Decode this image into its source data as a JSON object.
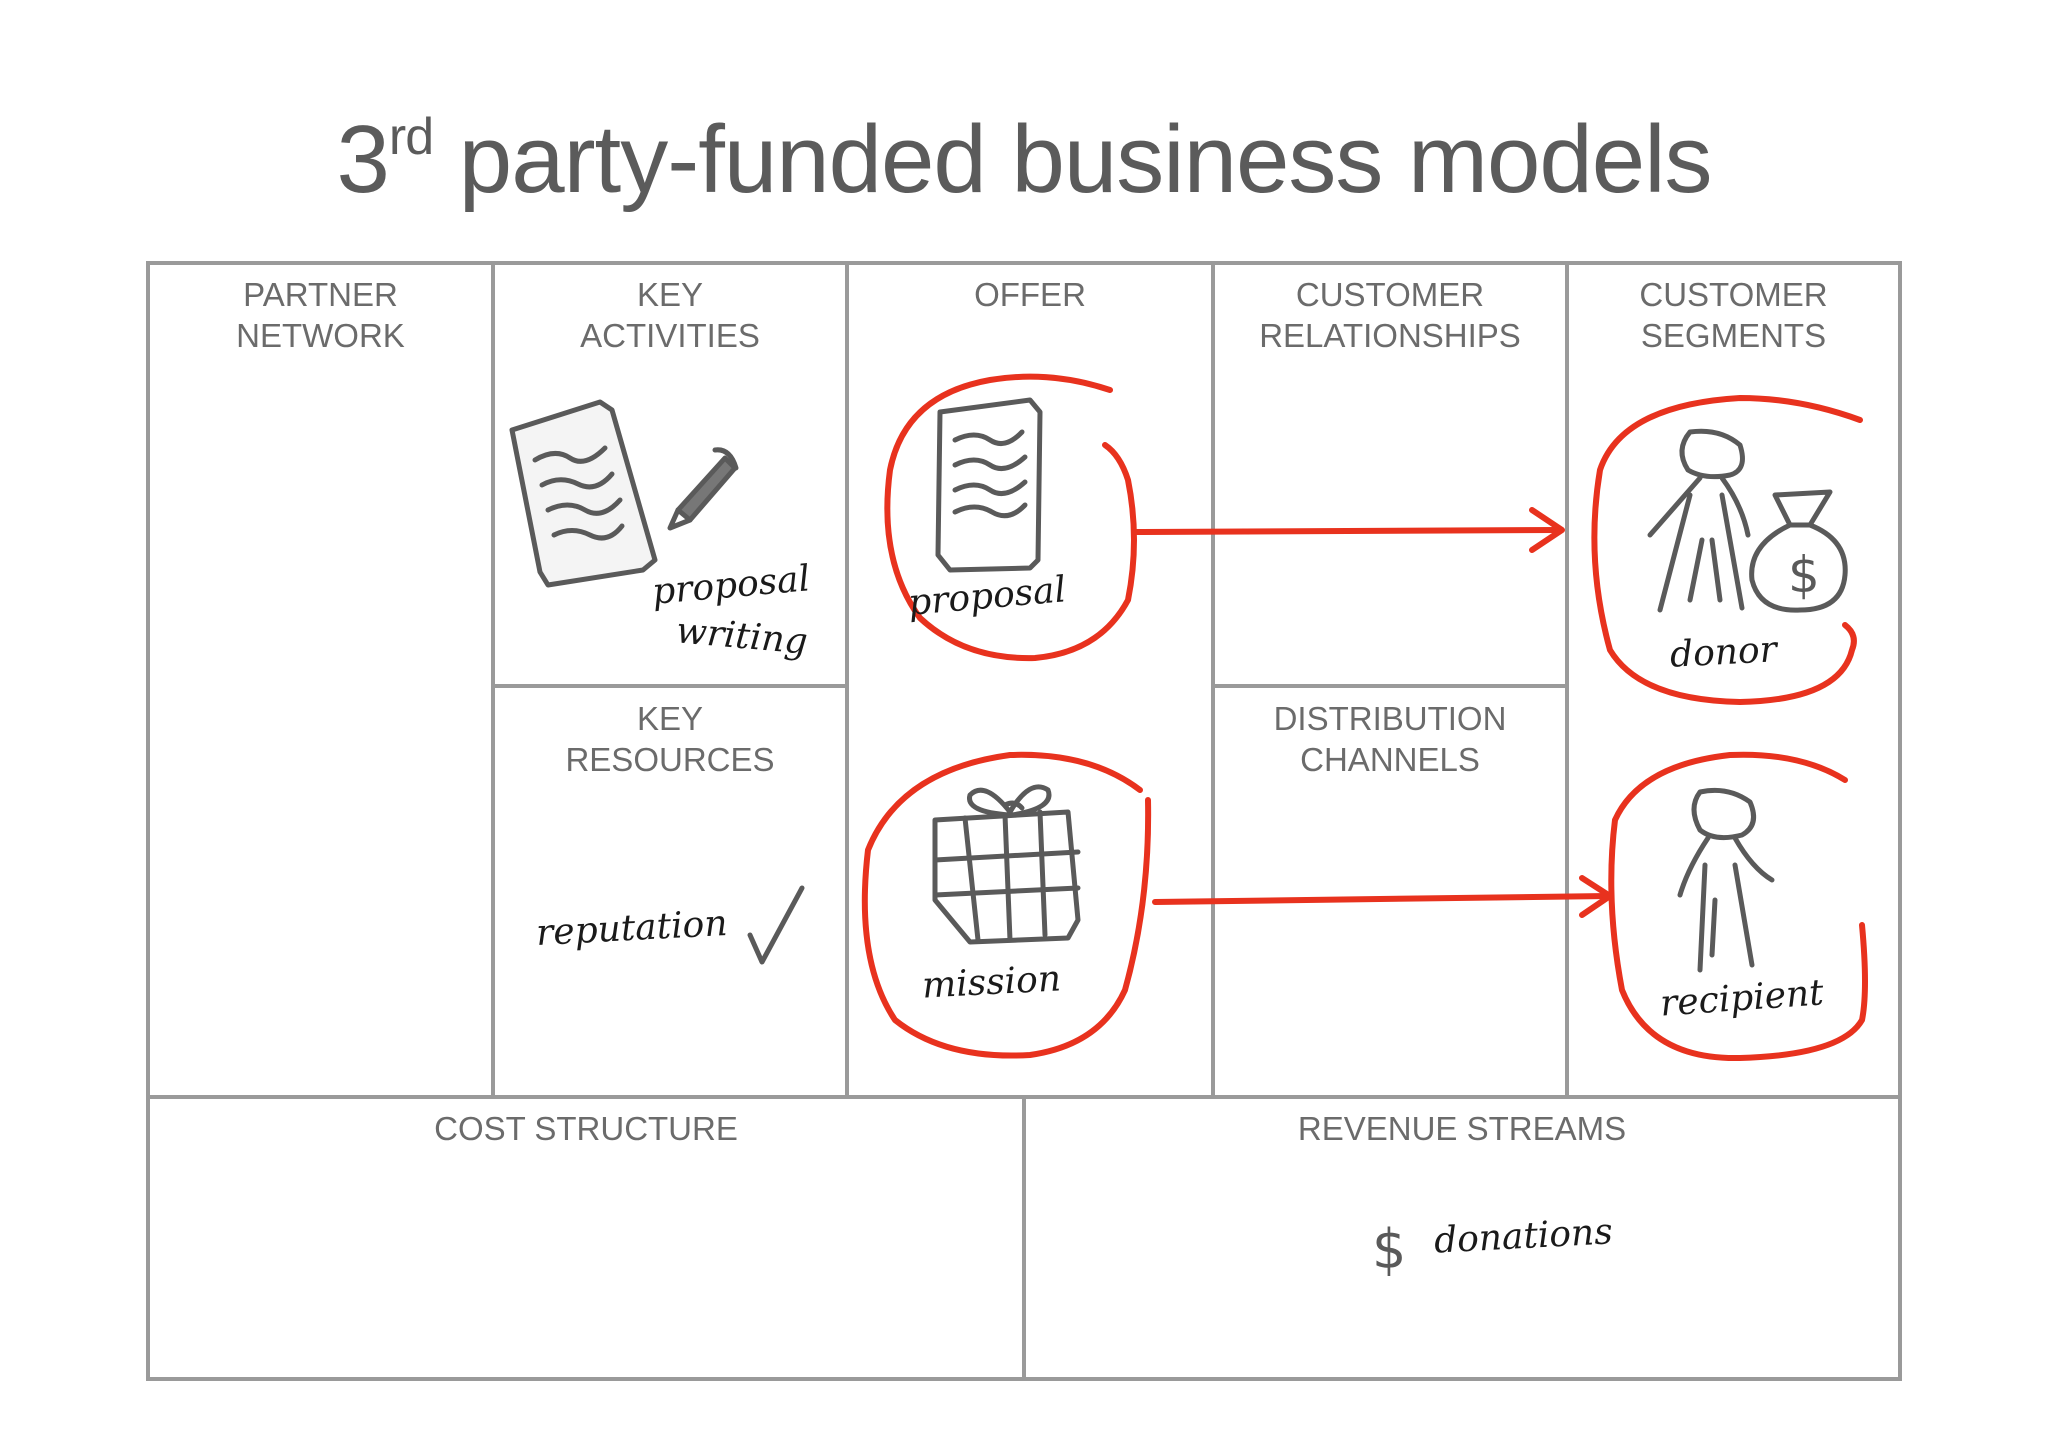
{
  "title": {
    "number": "3",
    "suffix": "rd",
    "rest": "party-funded business models"
  },
  "blocks": {
    "partner_network": {
      "line1": "PARTNER",
      "line2": "NETWORK"
    },
    "key_activities": {
      "line1": "KEY",
      "line2": "ACTIVITIES"
    },
    "offer": {
      "line1": "OFFER"
    },
    "customer_relationships": {
      "line1": "CUSTOMER",
      "line2": "RELATIONSHIPS"
    },
    "customer_segments": {
      "line1": "CUSTOMER",
      "line2": "SEGMENTS"
    },
    "key_resources": {
      "line1": "KEY",
      "line2": "RESOURCES"
    },
    "distribution_channels": {
      "line1": "DISTRIBUTION",
      "line2": "CHANNELS"
    },
    "cost_structure": {
      "line1": "COST STRUCTURE"
    },
    "revenue_streams": {
      "line1": "REVENUE STREAMS"
    }
  },
  "notes": {
    "proposal_writing_1": "proposal",
    "proposal_writing_2": "writing",
    "offer_proposal": "proposal",
    "mission": "mission",
    "reputation": "reputation",
    "donor": "donor",
    "recipient": "recipient",
    "donations": "donations"
  },
  "icons": [
    "document-icon",
    "pen-icon",
    "gift-icon",
    "person-icon",
    "money-bag-icon",
    "dollar-icon",
    "checkmark-icon",
    "arrow-icon"
  ],
  "colors": {
    "grid": "#9a9a9a",
    "label": "#6b6b6b",
    "sketch": "#5a5a5a",
    "highlight": "#e8321e"
  }
}
